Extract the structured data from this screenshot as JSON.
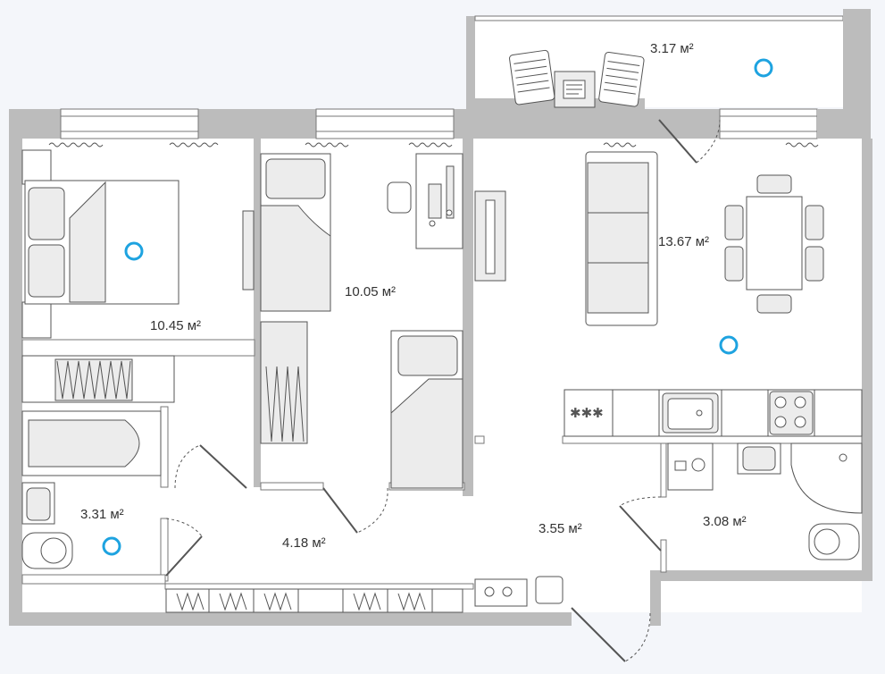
{
  "rooms": [
    {
      "id": "balcony",
      "area": "3.17 м²"
    },
    {
      "id": "bedroom",
      "area": "10.45 м²"
    },
    {
      "id": "kids-room",
      "area": "10.05 м²"
    },
    {
      "id": "living-kitchen",
      "area": "13.67 м²"
    },
    {
      "id": "bathroom",
      "area": "3.31 м²"
    },
    {
      "id": "hall",
      "area": "4.18 м²"
    },
    {
      "id": "corridor",
      "area": "3.55 м²"
    },
    {
      "id": "toilet",
      "area": "3.08 м²"
    }
  ],
  "colors": {
    "wall": "#bcbcbc",
    "floor": "#ffffff",
    "background": "#f4f6fa",
    "marker": "#1ea3e0",
    "line": "#555555"
  },
  "icons": [
    "panorama-marker-icon",
    "burner-icon",
    "washing-machine-icon",
    "sink-icon",
    "stove-icon",
    "shoes-icon",
    "socket-icon"
  ]
}
